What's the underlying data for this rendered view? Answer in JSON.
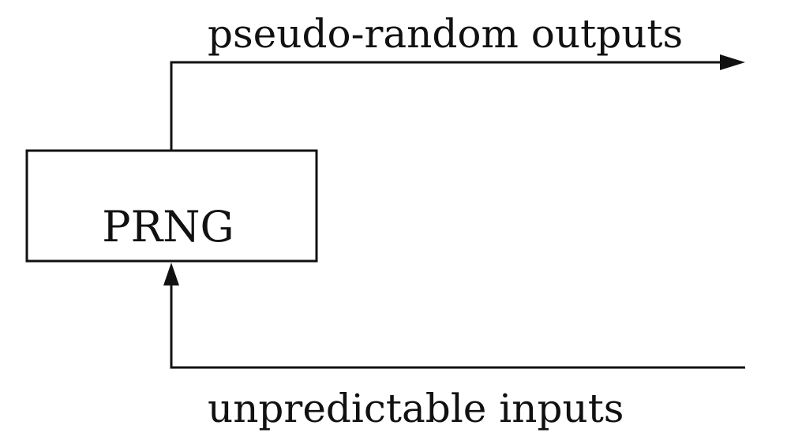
{
  "diagram": {
    "block": {
      "label": "PRNG"
    },
    "output_label": "pseudo-random outputs",
    "input_label": "unpredictable inputs",
    "colors": {
      "stroke": "#111111",
      "background": "#ffffff"
    }
  }
}
